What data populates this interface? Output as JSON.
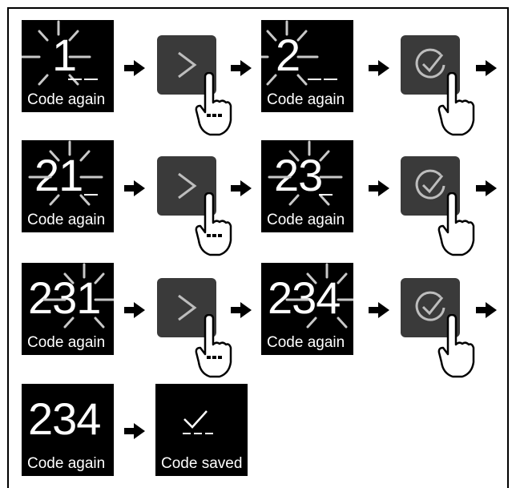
{
  "rows": [
    {
      "steps": [
        {
          "kind": "display",
          "digits": "1",
          "caption": "Code again",
          "blink": true
        },
        {
          "kind": "next-button"
        },
        {
          "kind": "display",
          "digits": "2",
          "caption": "Code again",
          "blink": true
        },
        {
          "kind": "confirm-button"
        }
      ]
    },
    {
      "steps": [
        {
          "kind": "display",
          "digits": "21",
          "caption": "Code again",
          "blink": true
        },
        {
          "kind": "next-button"
        },
        {
          "kind": "display",
          "digits": "23",
          "caption": "Code again",
          "blink": true
        },
        {
          "kind": "confirm-button"
        }
      ]
    },
    {
      "steps": [
        {
          "kind": "display",
          "digits": "231",
          "caption": "Code again",
          "blink": true
        },
        {
          "kind": "next-button"
        },
        {
          "kind": "display",
          "digits": "234",
          "caption": "Code again",
          "blink": true
        },
        {
          "kind": "confirm-button"
        }
      ]
    },
    {
      "steps": [
        {
          "kind": "display",
          "digits": "234",
          "caption": "Code again",
          "blink": false
        },
        {
          "kind": "display",
          "digits": "",
          "caption": "Code saved",
          "icon": "saved-check-icon"
        }
      ]
    }
  ],
  "icons": {
    "next": "chevron-right-icon",
    "confirm": "check-circle-icon",
    "press": "finger-press-icon",
    "flow": "arrow-right-icon"
  },
  "colors": {
    "display_bg": "#000000",
    "button_bg": "#3a3a3a",
    "glyph": "#ffffff"
  }
}
